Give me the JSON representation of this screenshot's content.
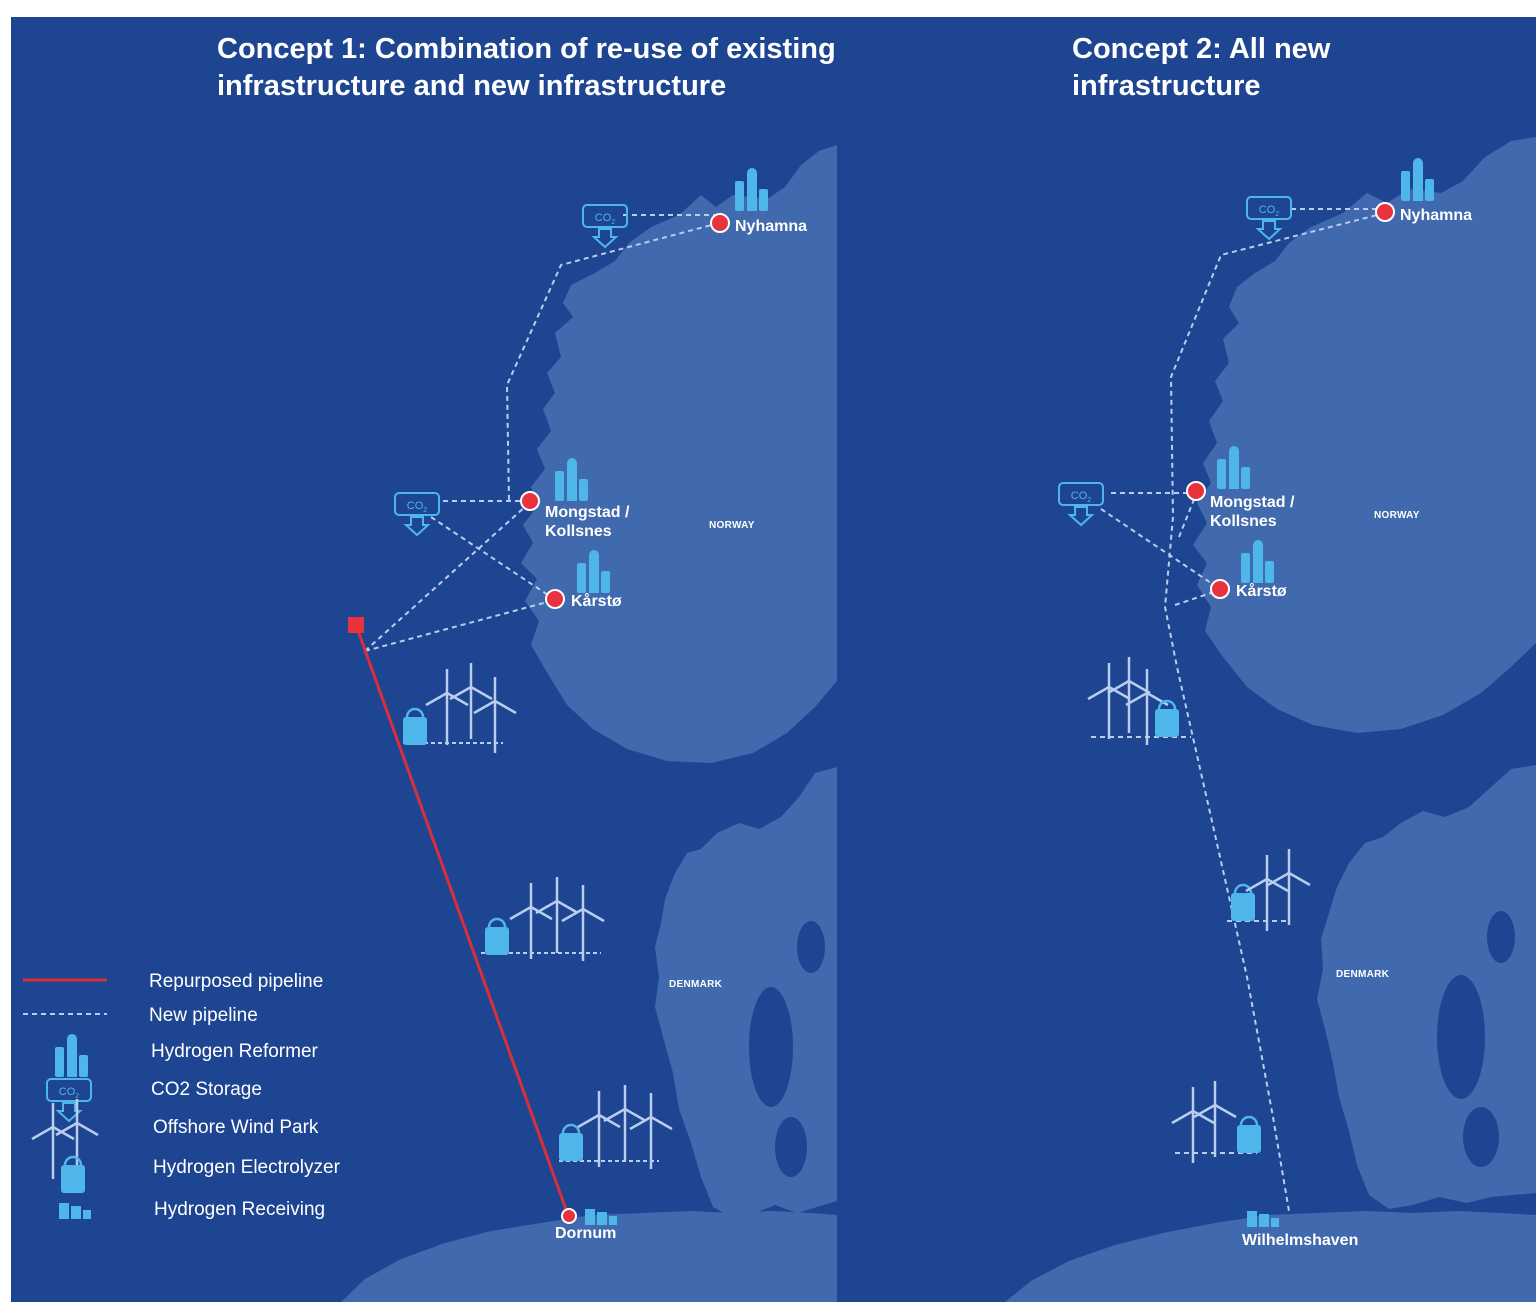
{
  "colors": {
    "sea": "#1e4592",
    "land": "#4169ad",
    "repurposed_pipeline": "#d92f38",
    "new_pipeline": "#b9cdee",
    "site_marker": "#e8323d",
    "icon": "#4fb6ea",
    "text": "#ffffff"
  },
  "panels": [
    {
      "title_line1": "Concept 1: Combination of re-use of existing",
      "title_line2": "infrastructure and new infrastructure",
      "sites": {
        "nyhamna": "Nyhamna",
        "mongstad": "Mongstad /",
        "kollsnes": "Kollsnes",
        "karsto": "Kårstø",
        "receiving": "Dornum"
      },
      "countries": {
        "norway": "NORWAY",
        "denmark": "DENMARK"
      }
    },
    {
      "title_line1": "Concept 2: All new",
      "title_line2": "infrastructure",
      "sites": {
        "nyhamna": "Nyhamna",
        "mongstad": "Mongstad /",
        "kollsnes": "Kollsnes",
        "karsto": "Kårstø",
        "receiving": "Wilhelmshaven"
      },
      "countries": {
        "norway": "NORWAY",
        "denmark": "DENMARK"
      }
    }
  ],
  "legend": [
    {
      "label": "Repurposed pipeline",
      "icon": "red-line-icon"
    },
    {
      "label": "New pipeline",
      "icon": "dashed-line-icon"
    },
    {
      "label": "Hydrogen Reformer",
      "icon": "reformer-icon"
    },
    {
      "label": "CO2 Storage",
      "icon": "co2-storage-icon"
    },
    {
      "label": "Offshore Wind Park",
      "icon": "wind-turbine-icon"
    },
    {
      "label": "Hydrogen Electrolyzer",
      "icon": "electrolyzer-icon"
    },
    {
      "label": "Hydrogen Receiving",
      "icon": "receiving-icon"
    }
  ],
  "co2_label": "CO",
  "co2_subscript": "2"
}
